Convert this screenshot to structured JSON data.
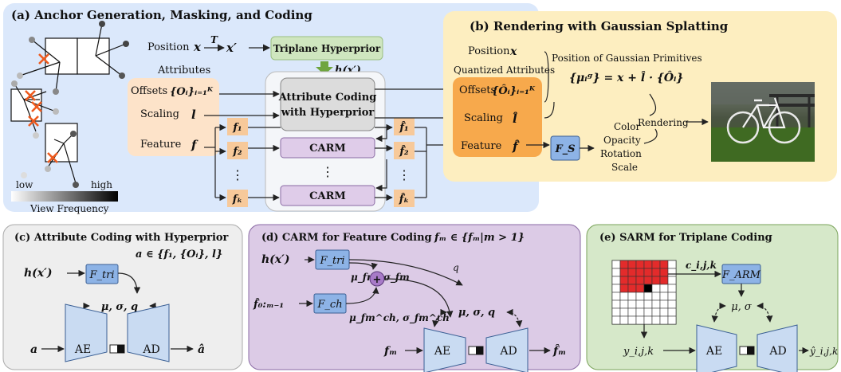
{
  "panel_a": {
    "title": "(a) Anchor Generation, Masking, and Coding",
    "position_label": "Position",
    "position_var": "x",
    "transform_symbol": "T",
    "position_var_prime": "x′",
    "attributes_label": "Attributes",
    "offsets_label": "Offsets",
    "offsets_math": "{Oᵢ}ᵢ₌₁ᴷ",
    "scaling_label": "Scaling",
    "scaling_var": "l",
    "feature_label": "Feature",
    "feature_var": "f",
    "triplane_box": "Triplane Hyperprior",
    "hx_label": "h(x′)",
    "attr_coding_line1": "Attribute Coding",
    "attr_coding_line2": "with Hyperprior",
    "carm_label": "CARM",
    "f1": "f₁",
    "f2": "f₂",
    "fk": "fₖ",
    "f1_hat": "f̂₁",
    "f2_hat": "f̂₂",
    "fk_hat": "f̂ₖ",
    "vdots": "⋮",
    "low_label": "low",
    "high_label": "high",
    "view_freq_label": "View Frequency"
  },
  "panel_b": {
    "title": "(b) Rendering with Gaussian Splatting",
    "position_label": "Position",
    "position_var": "x",
    "quantized_label": "Quantized Attributes",
    "offsets_label": "Offsets",
    "offsets_math": "{Ôᵢ}ᵢ₌₁ᴷ",
    "scaling_label": "Scaling",
    "scaling_var": "l̂",
    "feature_label": "Feature",
    "feature_var": "f̂",
    "fs_label": "F_S",
    "primitives_label": "Position of Gaussian Primitives",
    "primitives_eq": "{μᵢᵍ} = x + l̂ · {Ôᵢ}",
    "color": "Color",
    "opacity": "Opacity",
    "rotation": "Rotation",
    "scale": "Scale",
    "rendering": "Rendering"
  },
  "panel_c": {
    "title": "(c) Attribute Coding with Hyperprior",
    "set_eq": "a ∈ {f₁, {Oᵢ}, l}",
    "hx": "h(x′)",
    "ftri": "F_tri",
    "params": "μ, σ, q",
    "input": "a",
    "ae": "AE",
    "ad": "AD",
    "output": "â"
  },
  "panel_d": {
    "title": "(d) CARM for Feature Coding",
    "set_eq": "fₘ ∈ {fₘ|m > 1}",
    "hx": "h(x′)",
    "ftri": "F_tri",
    "fch": "F_ch",
    "fhat_in": "f̂₀:ₘ₋₁",
    "mu_sigma_f": "μ_fm, σ_fm",
    "mu_sigma_ch": "μ_fm^ch, σ_fm^ch",
    "q": "q",
    "params": "μ, σ, q",
    "input": "fₘ",
    "ae": "AE",
    "ad": "AD",
    "output": "f̂ₘ"
  },
  "panel_e": {
    "title": "(e) SARM for Triplane Coding",
    "context": "c_i,j,k",
    "farm": "F_ARM",
    "params": "μ, σ",
    "input": "y_i,j,k",
    "ae": "AE",
    "ad": "AD",
    "output": "ŷ_i,j,k"
  },
  "colors": {
    "panel_a_bg": "#dbe8fb",
    "panel_b_bg": "#fdeec0",
    "panel_c_bg": "#eeeeee",
    "panel_d_bg": "#dccbe6",
    "panel_e_bg": "#d6e8c9",
    "attr_box": "#fde3c9",
    "quant_box": "#f7a94c",
    "triplane_box": "#cfe6bf",
    "carm_box": "#dfcce9",
    "network_box": "#8db3e6",
    "codec_box": "#c9dbf2",
    "arrow_green": "#6fa53f",
    "grid_red": "#e32b2b",
    "cross_orange": "#ee5a1e"
  }
}
